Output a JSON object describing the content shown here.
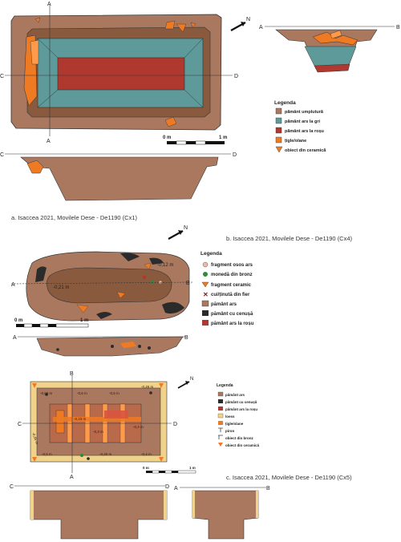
{
  "fig_a": {
    "caption": "a. Isaccea 2021, Movilele Dese - De1190 (Cx1)",
    "axes": {
      "a_top": "A",
      "a_bottom": "A",
      "c_left": "C",
      "d_right": "D",
      "sec_a_left": "A",
      "sec_b_right": "B",
      "sec_c_left": "C",
      "sec_d_right": "D"
    },
    "north": "N",
    "scale": {
      "zero": "0 m",
      "one": "1 m"
    },
    "legend": {
      "title": "Legenda",
      "items": [
        {
          "label": "pământ umplutură",
          "color": "#a9785f"
        },
        {
          "label": "pământ ars la gri",
          "color": "#5e9a9a"
        },
        {
          "label": "pământ ars la roșu",
          "color": "#b0392f"
        },
        {
          "label": "țigle/olane",
          "color": "#ef7a24"
        },
        {
          "label": "obiect din ceramică",
          "color": "#ef7a24"
        }
      ]
    }
  },
  "fig_b": {
    "caption": "b. Isaccea 2021, Movilele Dese - De1190 (Cx4)",
    "north": "N",
    "axes": {
      "left": "A",
      "right": "B",
      "sec_left": "A",
      "sec_right": "B"
    },
    "depths": {
      "outer": "-0,12 m",
      "inner": "-0,21 m"
    },
    "scale": {
      "zero": "0 m",
      "one": "1 m"
    },
    "legend": {
      "title": "Legenda",
      "items": [
        {
          "label": "fragment osos ars",
          "color": "#f0b9a8"
        },
        {
          "label": "monedă din bronz",
          "color": "#2f8a3a"
        },
        {
          "label": "fragment ceramic",
          "color": "#ef7a24"
        },
        {
          "label": "cui/ținută din fier",
          "color": "#7a1c1c"
        },
        {
          "label": "pământ ars",
          "color": "#a9785f"
        },
        {
          "label": "pământ cu cenușă",
          "color": "#2b2b2b"
        },
        {
          "label": "pământ ars la roșu",
          "color": "#b0392f"
        }
      ]
    }
  },
  "fig_c": {
    "caption": "c. Isaccea 2021, Movilele Dese - De1190 (Cx5)",
    "north": "N",
    "axes": {
      "b_top": "B",
      "a_bottom": "A",
      "c_left": "C",
      "d_right": "D",
      "s1_left": "C",
      "s1_right": "D",
      "s2_left": "A",
      "s2_right": "B"
    },
    "depths": [
      "-0,65 m",
      "-0,6 m",
      "-0,5 m",
      "-0,45 m",
      "-0,23 m",
      "-0,3 m",
      "-0,45 m",
      "-0,4 m",
      "-0,5 m",
      "-0,45 m",
      "-0,4 m"
    ],
    "scale": {
      "zero": "0 m",
      "one": "1 m"
    },
    "legend": {
      "title": "Legenda",
      "items": [
        {
          "label": "pământ ars",
          "color": "#a9785f"
        },
        {
          "label": "pământ cu cenușă",
          "color": "#2b2b2b"
        },
        {
          "label": "pământ ars la roșu",
          "color": "#b0392f"
        },
        {
          "label": "loess",
          "color": "#f1d28a"
        },
        {
          "label": "țigle/olane",
          "color": "#ef7a24"
        },
        {
          "label": "piron",
          "color": "#444"
        },
        {
          "label": "obiect din bronz",
          "color": "#444"
        },
        {
          "label": "obiect din ceramică",
          "color": "#ef7a24"
        }
      ]
    }
  }
}
